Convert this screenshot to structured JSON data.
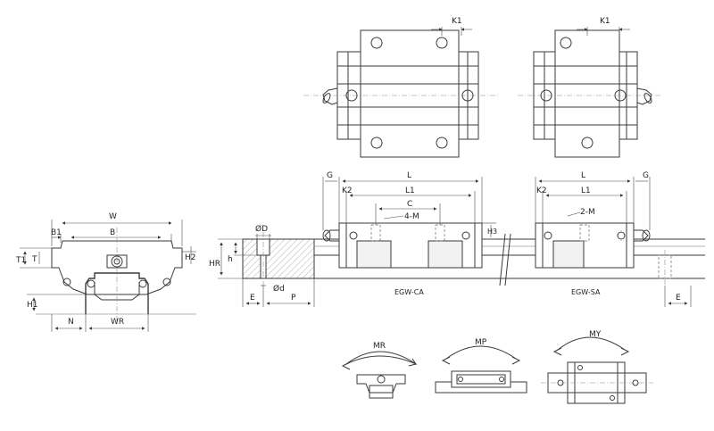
{
  "front_view_labels": {
    "w": "W",
    "b1": "B1",
    "b": "B",
    "t1": "T1",
    "t": "T",
    "h2": "H2",
    "h1": "H1",
    "n": "N",
    "wr": "WR"
  },
  "side_view_labels": {
    "hr": "HR",
    "h": "h",
    "od_big": "ØD",
    "od_small": "Ød",
    "e_left": "E",
    "p": "P",
    "e_right": "E",
    "g_left": "G",
    "l_left": "L",
    "k2_left": "K2",
    "l1_left": "L1",
    "c": "C",
    "m4": "4-M",
    "h3": "H3",
    "g_right": "G",
    "l_right": "L",
    "k2_right": "K2",
    "l1_right": "L1",
    "m2": "2-M",
    "model_ca": "EGW-CA",
    "model_sa": "EGW-SA"
  },
  "top_view_labels": {
    "k1_left": "K1",
    "k1_right": "K1"
  },
  "moment_labels": {
    "mr": "MR",
    "mp": "MP",
    "my": "MY"
  }
}
